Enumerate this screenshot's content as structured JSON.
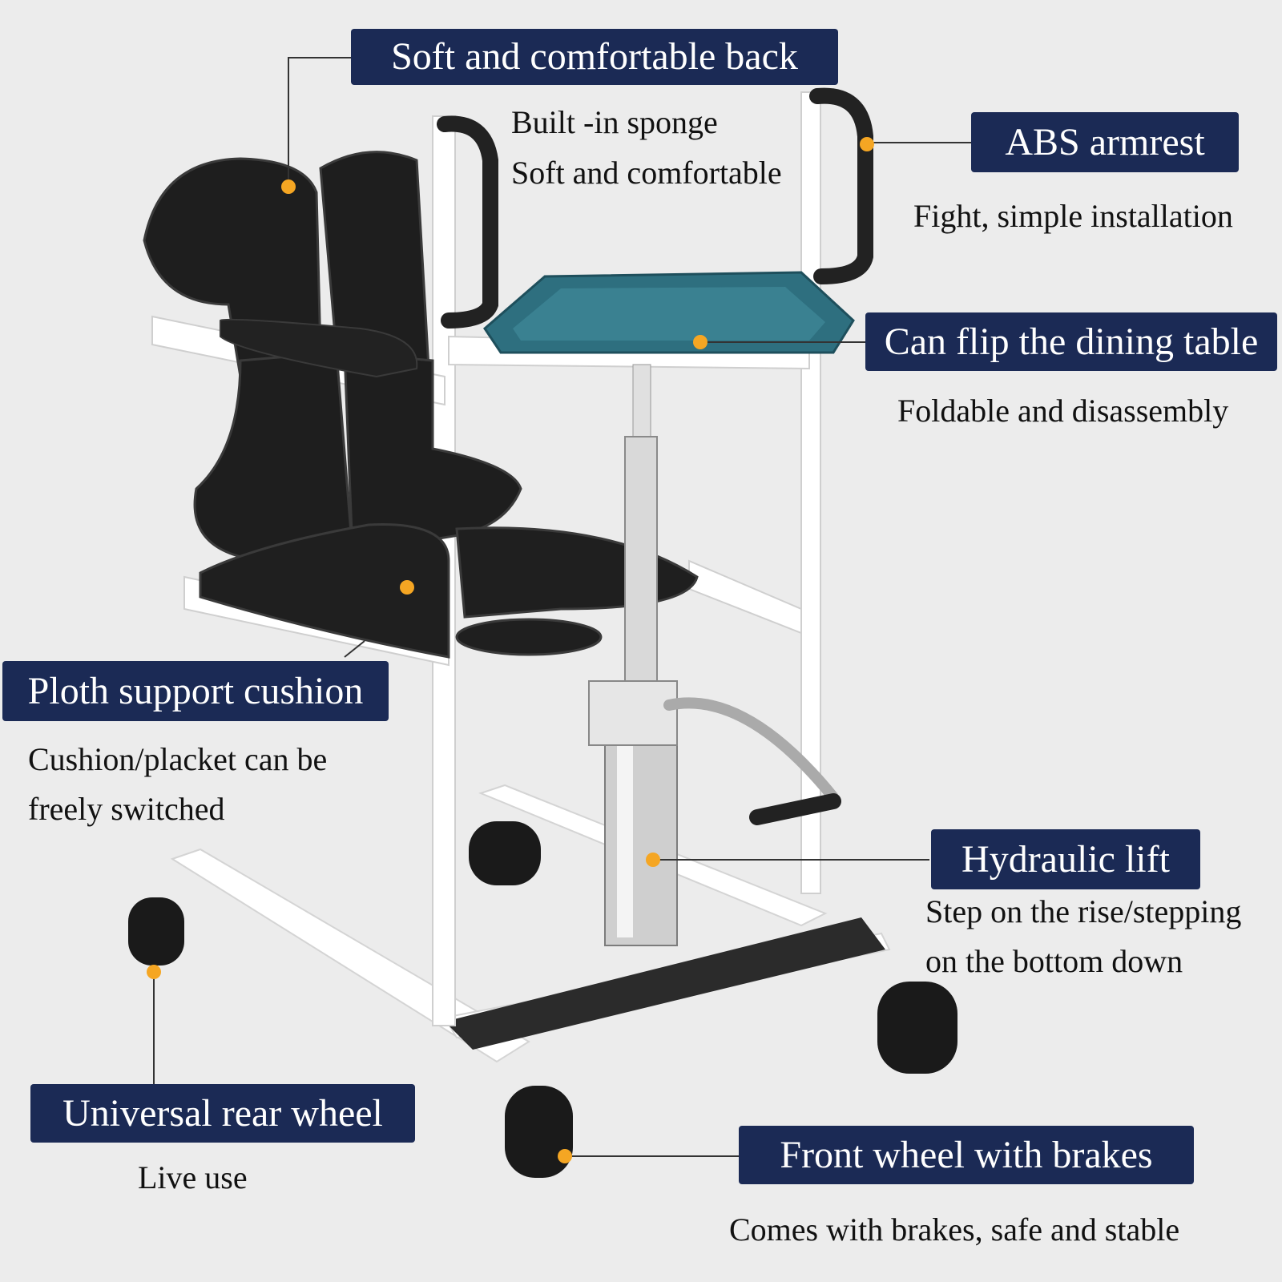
{
  "colors": {
    "label_bg": "#1b2a55",
    "label_text": "#ffffff",
    "dot": "#f5a623",
    "background": "#ececec"
  },
  "features": [
    {
      "id": "back",
      "title": "Soft and comfortable back",
      "lines": [
        "Built -in sponge",
        "Soft and comfortable"
      ]
    },
    {
      "id": "armrest",
      "title": "ABS armrest",
      "lines": [
        "Fight, simple installation"
      ]
    },
    {
      "id": "table",
      "title": "Can flip the dining table",
      "lines": [
        "Foldable and disassembly"
      ]
    },
    {
      "id": "cushion",
      "title": "Ploth support cushion",
      "lines": [
        "Cushion/placket can be",
        "freely switched"
      ]
    },
    {
      "id": "lift",
      "title": "Hydraulic lift",
      "lines": [
        "Step on the rise/stepping",
        "on the bottom down"
      ]
    },
    {
      "id": "rear",
      "title": "Universal rear wheel",
      "lines": [
        "Live use"
      ]
    },
    {
      "id": "front",
      "title": "Front wheel with brakes",
      "lines": [
        "Comes with brakes, safe and stable"
      ]
    }
  ]
}
